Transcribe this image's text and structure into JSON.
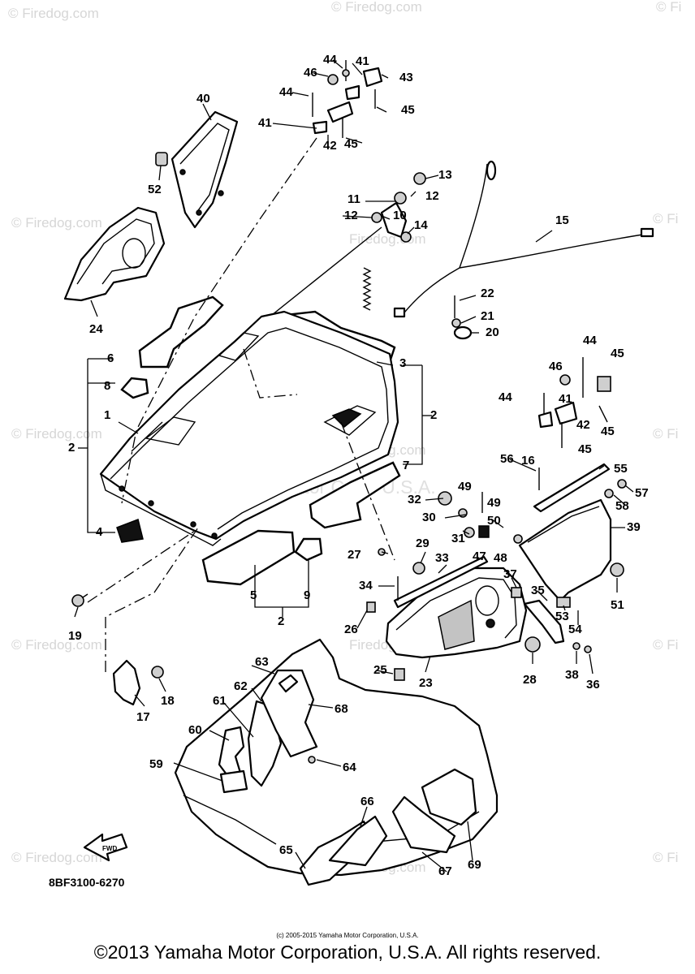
{
  "watermark": {
    "brand": "© Firedog.com",
    "short": "© Fi",
    "site": "Firedog.com",
    "center": "Yamaha Motor Corp. U.S.A."
  },
  "diagram": {
    "code": "8BF3100-6270",
    "callouts": [
      "1",
      "2",
      "3",
      "4",
      "5",
      "6",
      "7",
      "8",
      "9",
      "10",
      "11",
      "12",
      "13",
      "14",
      "15",
      "16",
      "17",
      "18",
      "19",
      "20",
      "21",
      "22",
      "23",
      "24",
      "25",
      "26",
      "27",
      "28",
      "29",
      "30",
      "31",
      "32",
      "33",
      "34",
      "35",
      "36",
      "37",
      "38",
      "39",
      "40",
      "41",
      "42",
      "43",
      "44",
      "45",
      "46",
      "47",
      "48",
      "49",
      "50",
      "51",
      "52",
      "53",
      "54",
      "55",
      "56",
      "57",
      "58",
      "59",
      "60",
      "61",
      "62",
      "63",
      "64",
      "65",
      "66",
      "67",
      "68",
      "69"
    ],
    "fwd_label": "FWD"
  },
  "footer": {
    "small_copyright": "(c) 2005-2015 Yamaha Motor Corporation, U.S.A.",
    "copyright": "©2013 Yamaha Motor Corporation, U.S.A. All rights reserved."
  }
}
